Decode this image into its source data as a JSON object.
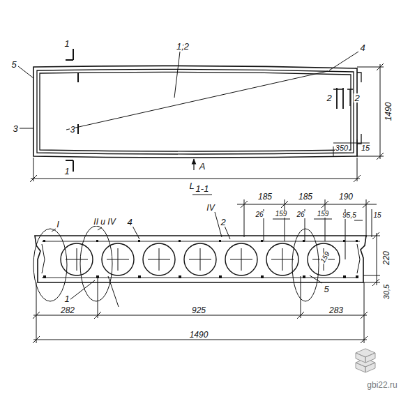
{
  "diagram": {
    "labels": [
      "1",
      "1;2",
      "4",
      "5",
      "2",
      "2",
      "1490",
      "3",
      "3",
      "1",
      "A",
      "350",
      "15",
      "L",
      "1-1",
      "185",
      "185",
      "190",
      "I",
      "II и IV",
      "IV",
      "26",
      "159",
      "26",
      "159",
      "95,5",
      "15",
      "4",
      "2",
      "220",
      "159",
      "30,5",
      "5",
      "1",
      "282",
      "925",
      "283",
      "1490",
      "gbi22.ru"
    ]
  }
}
